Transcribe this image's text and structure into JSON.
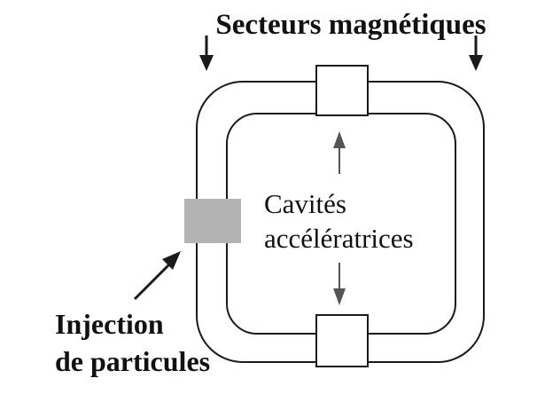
{
  "labels": {
    "magnetic_sectors": "Secteurs magnétiques",
    "cavities_line1": "Cavités",
    "cavities_line2": "accélératrices",
    "injection_line1": "Injection",
    "injection_line2": "de particules"
  },
  "colors": {
    "stroke": "#1a1a1a",
    "injector_fill": "#b3b3b3",
    "cavity_fill": "#ffffff",
    "text": "#111111"
  },
  "components": {
    "ring": "synchrotron-ring",
    "cavities": [
      "cavity-top",
      "cavity-bottom"
    ],
    "injector": "injection-block"
  }
}
